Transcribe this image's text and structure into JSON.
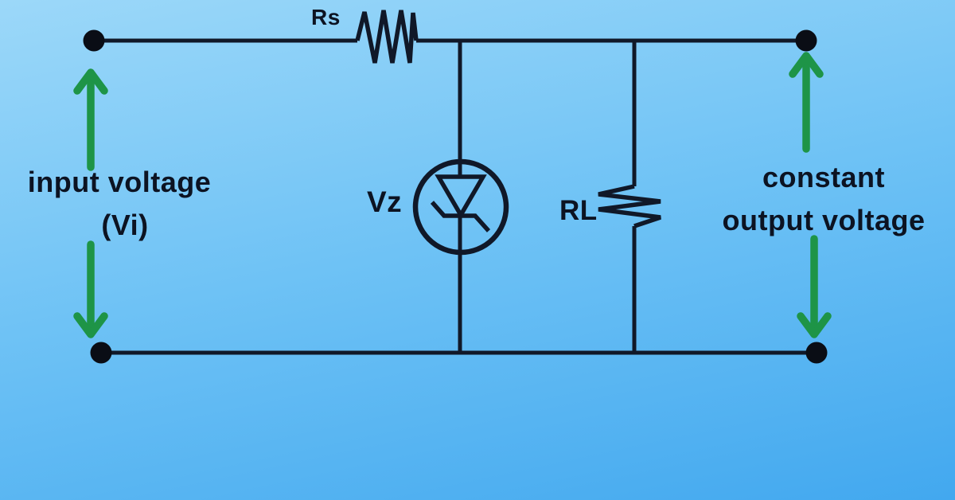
{
  "diagram": {
    "type": "circuit-schematic",
    "subject": "zener diode shunt voltage regulator"
  },
  "labels": {
    "rs": "Rs",
    "vz": "Vz",
    "rl": "RL",
    "input_line1": "input voltage",
    "input_line2": "(Vi)",
    "output_line1": "constant",
    "output_line2": "output voltage"
  },
  "icons": {
    "resistor_rs": "zigzag-resistor-icon",
    "resistor_rl": "zigzag-resistor-icon",
    "zener": "zener-diode-in-circle-icon",
    "arrows": "green-double-ended-voltage-arrow-icon"
  },
  "colors": {
    "background_top": "#9cd8f9",
    "background_mid": "#6ec2f5",
    "background_bottom": "#42a8ef",
    "wire": "#101828",
    "node_dot": "#0a0d15",
    "arrow": "#1e9447",
    "text": "#0c1322"
  }
}
